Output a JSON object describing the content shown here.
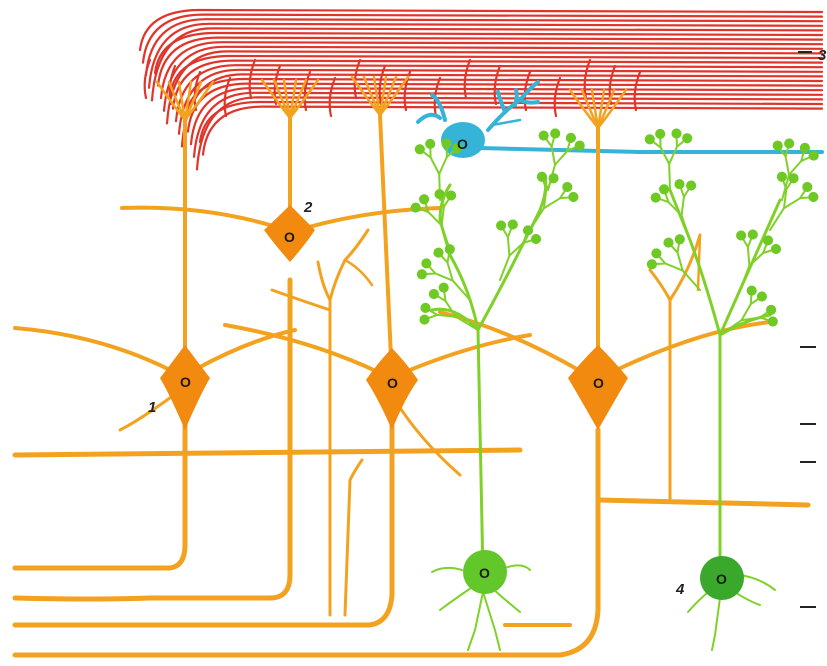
{
  "labels": {
    "cell_1": "1",
    "cell_2": "2",
    "fibers_3": "3",
    "cell_4": "4",
    "nucleus": "O"
  },
  "colors": {
    "fibers": "#e0352b",
    "pyramidal": "#f3a21f",
    "pyramidal_body": "#f28a10",
    "granule": "#7fd12a",
    "granule_dark": "#3aa82a",
    "horizontal_cell": "#35b4d8",
    "background": "#ffffff"
  }
}
